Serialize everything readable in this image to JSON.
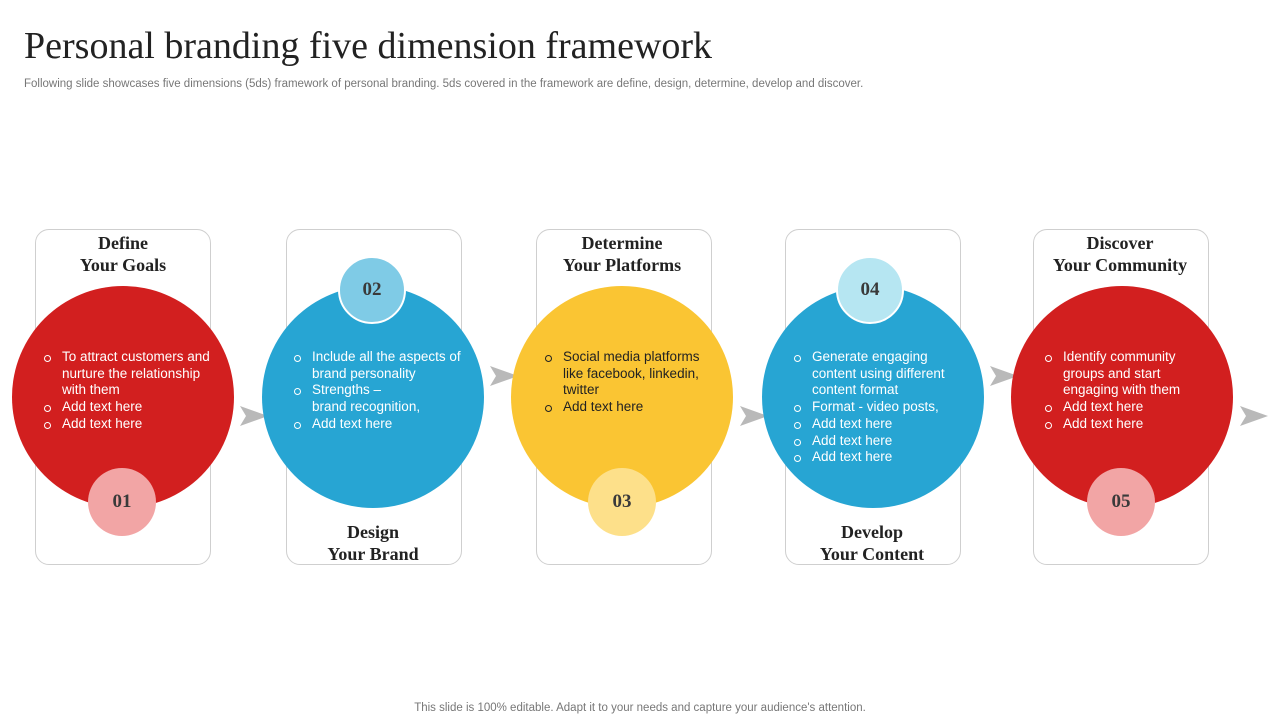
{
  "page": {
    "title": "Personal branding five dimension framework",
    "subtitle": "Following slide showcases five dimensions (5ds) framework of personal branding. 5ds covered in the framework are define, design, determine, develop and discover.",
    "footer": "This slide is 100% editable. Adapt it to your needs and capture your audience's attention."
  },
  "stages": [
    {
      "number": "01",
      "label_line1": "Define",
      "label_line2": "Your Goals",
      "color": "#d21f1f",
      "badge_color": "#f2a5a5",
      "bullets": [
        "To attract customers and nurture the relationship with them",
        "Add text here",
        "Add text here"
      ]
    },
    {
      "number": "02",
      "label_line1": "Design",
      "label_line2": "Your Brand",
      "color": "#27a5d3",
      "badge_color": "#7fcbe6",
      "bullets": [
        "Include all the aspects of brand personality",
        "Strengths –",
        "brand recognition,",
        "Add text here"
      ]
    },
    {
      "number": "03",
      "label_line1": "Determine",
      "label_line2": "Your Platforms",
      "color": "#fac533",
      "badge_color": "#fde08a",
      "bullets": [
        "Social media platforms like facebook, linkedin, twitter",
        "Add text here"
      ]
    },
    {
      "number": "04",
      "label_line1": "Develop",
      "label_line2": "Your Content",
      "color": "#27a5d3",
      "badge_color": "#b6e6f2",
      "bullets": [
        "Generate engaging content using different content format",
        "Format - video posts,",
        "Add text here",
        "Add text here",
        "Add text here"
      ]
    },
    {
      "number": "05",
      "label_line1": "Discover",
      "label_line2": "Your Community",
      "color": "#d21f1f",
      "badge_color": "#f2a5a5",
      "bullets": [
        "Identify community groups and start engaging with them",
        "Add text here",
        "Add text here"
      ]
    }
  ]
}
